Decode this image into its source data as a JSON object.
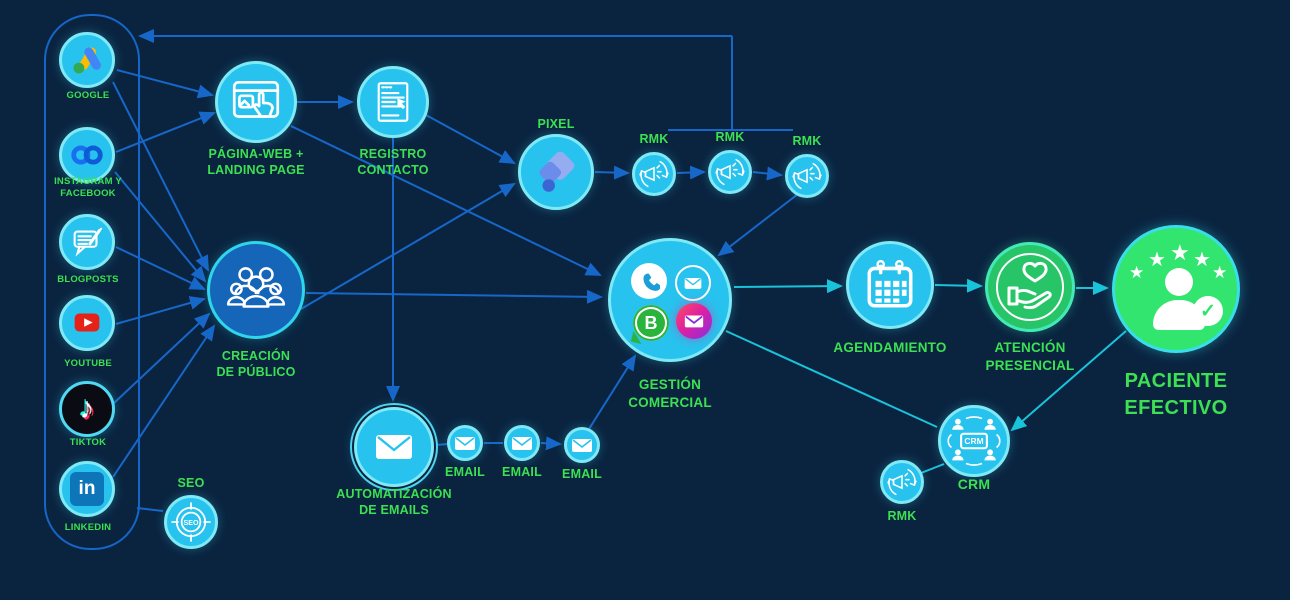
{
  "canvas": {
    "background": "#0a2440",
    "line_blue": "#1767c9",
    "line_cyan": "#19c3da",
    "label_green": "#3ce052",
    "node_cyan": "#27c3ee",
    "node_border": "#7fe9f6",
    "creacion_blue": "#1565b8",
    "green_node": "#27c468",
    "paciente_green": "#31e56e"
  },
  "sidebar": {
    "items": [
      {
        "id": "google",
        "label": "GOOGLE"
      },
      {
        "id": "instagram-facebook",
        "label_l1": "INSTAGRAM Y",
        "label_l2": "FACEBOOK"
      },
      {
        "id": "blogposts",
        "label": "BLOGPOSTS"
      },
      {
        "id": "youtube",
        "label": "YOUTUBE"
      },
      {
        "id": "tiktok",
        "label": "TIKTOK"
      },
      {
        "id": "linkedin",
        "label": "LINKEDIN",
        "inner": "in"
      }
    ]
  },
  "nodes": {
    "pagina_web": {
      "l1": "PÁGINA-WEB +",
      "l2": "LANDING PAGE"
    },
    "registro": {
      "l1": "REGISTRO",
      "l2": "CONTACTO"
    },
    "pixel": {
      "label": "PIXEL"
    },
    "rmk_top": [
      "RMK",
      "RMK",
      "RMK"
    ],
    "creacion": {
      "l1": "CREACIÓN",
      "l2": "DE PÚBLICO"
    },
    "seo": {
      "label": "SEO",
      "inner": "SEO"
    },
    "automatizacion": {
      "l1": "AUTOMATIZACIÓN",
      "l2": "DE EMAILS"
    },
    "emails": [
      "EMAIL",
      "EMAIL",
      "EMAIL"
    ],
    "gestion": {
      "l1": "GESTIÓN",
      "l2": "COMERCIAL",
      "whatsapp_business_letter": "B"
    },
    "agendamiento": {
      "label": "AGENDAMIENTO"
    },
    "atencion": {
      "l1": "ATENCIÓN",
      "l2": "PRESENCIAL"
    },
    "paciente": {
      "l1": "PACIENTE",
      "l2": "EFECTIVO"
    },
    "crm": {
      "label": "CRM",
      "inner": "CRM"
    },
    "rmk_bottom": {
      "label": "RMK"
    }
  }
}
